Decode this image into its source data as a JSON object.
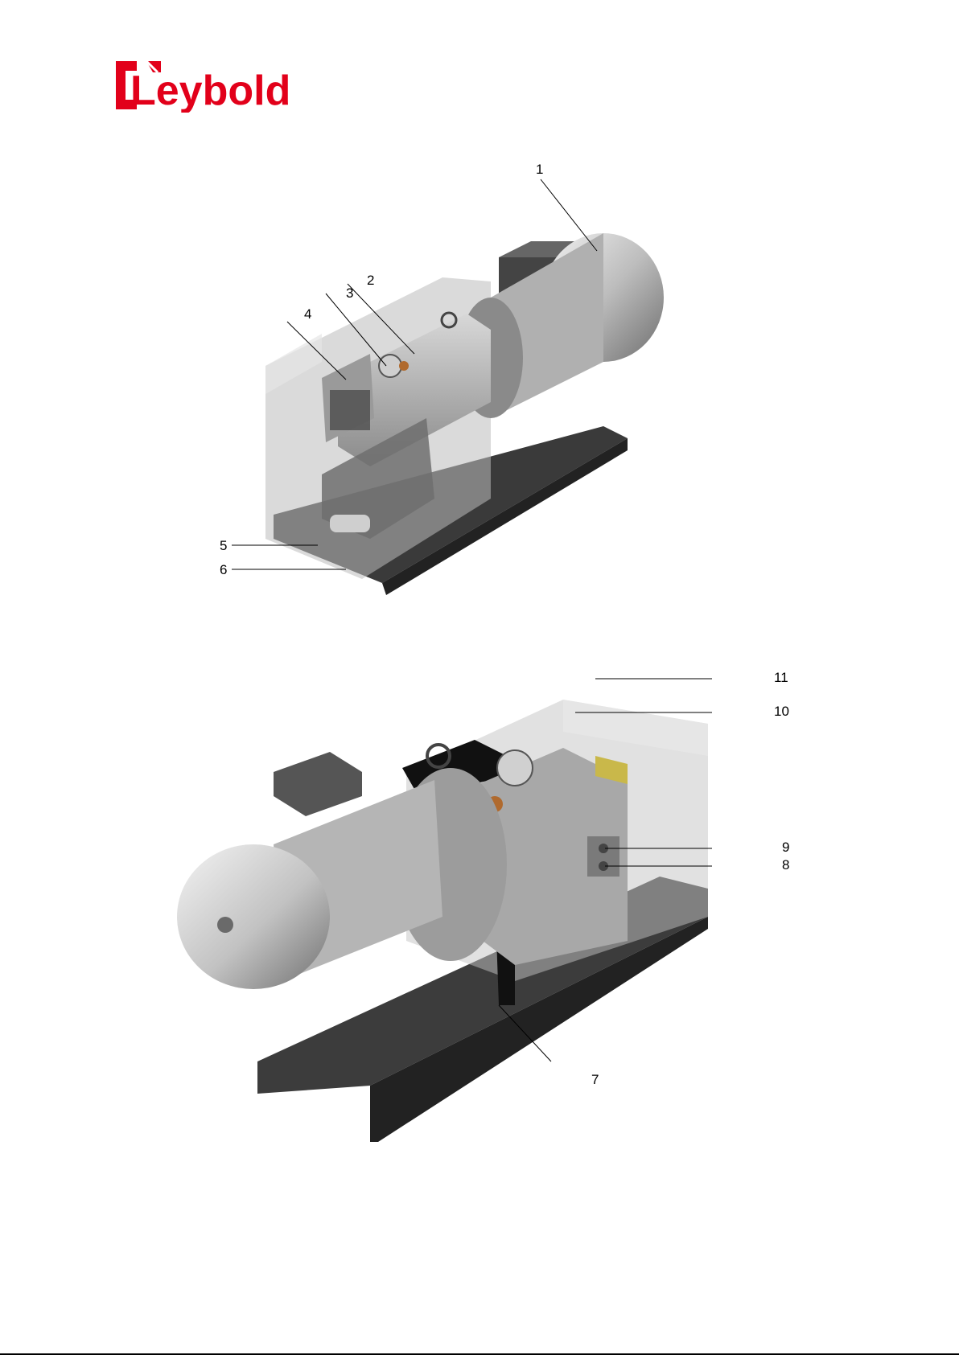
{
  "brand": {
    "name": "Leybold",
    "color": "#e2001a"
  },
  "figure_top": {
    "callouts": [
      {
        "id": "1",
        "label": "1"
      },
      {
        "id": "2",
        "label": "2"
      },
      {
        "id": "3",
        "label": "3"
      },
      {
        "id": "4",
        "label": "4"
      },
      {
        "id": "5",
        "label": "5"
      },
      {
        "id": "6",
        "label": "6"
      }
    ]
  },
  "figure_bottom": {
    "callouts": [
      {
        "id": "7",
        "label": "7"
      },
      {
        "id": "8",
        "label": "8"
      },
      {
        "id": "9",
        "label": "9"
      },
      {
        "id": "10",
        "label": "10"
      },
      {
        "id": "11",
        "label": "11"
      }
    ]
  }
}
